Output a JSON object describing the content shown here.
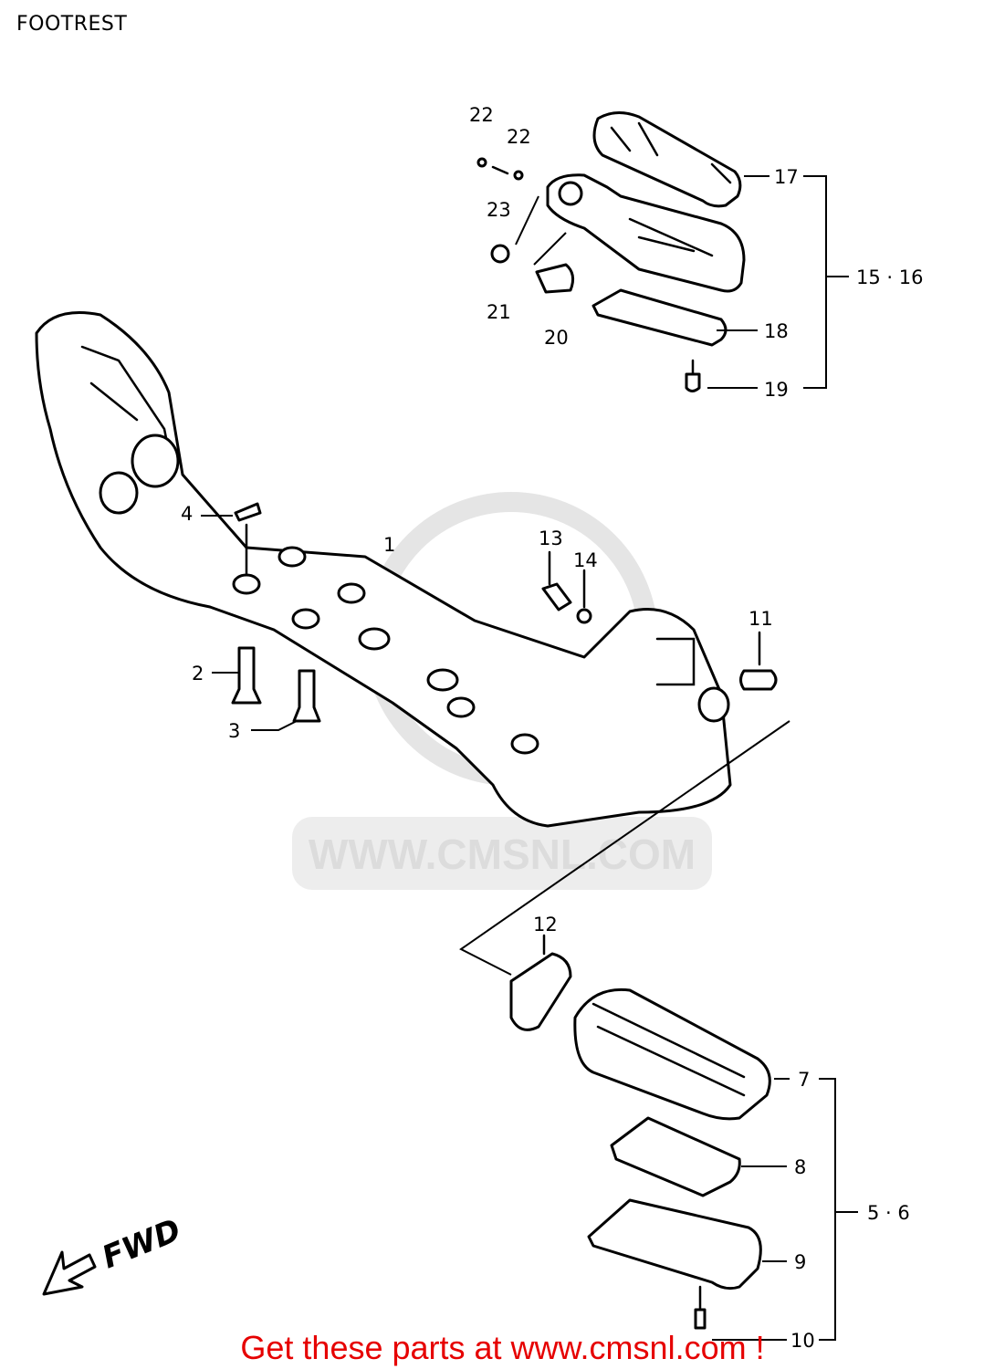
{
  "title": "FOOTREST",
  "footer": "Get these parts at www.cmsnl.com !",
  "watermark": "WWW.CMSNL.COM",
  "direction_label": "FWD",
  "callouts": {
    "p1": "1",
    "p2": "2",
    "p3": "3",
    "p4": "4",
    "p7": "7",
    "p8": "8",
    "p9": "9",
    "p10": "10",
    "p11": "11",
    "p12": "12",
    "p13": "13",
    "p14": "14",
    "p17": "17",
    "p18": "18",
    "p19": "19",
    "p20": "20",
    "p21": "21",
    "p22a": "22",
    "p22b": "22",
    "p23": "23"
  },
  "groups": {
    "rear_footrest_assy": "15 · 16",
    "front_footrest_assy": "5 · 6"
  }
}
